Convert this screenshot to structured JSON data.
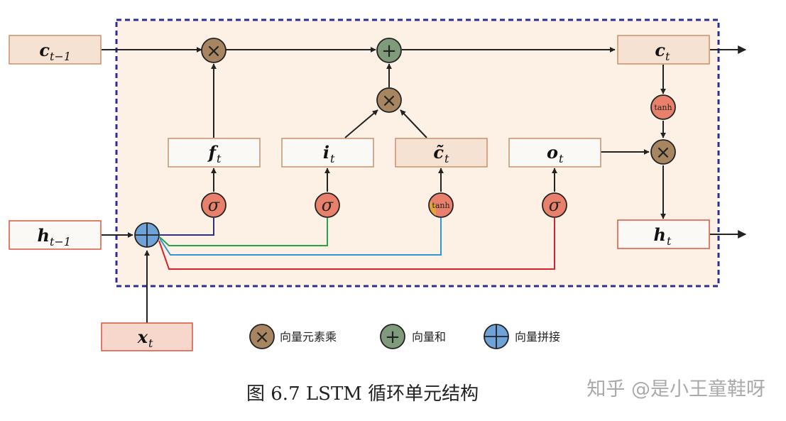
{
  "boxes": {
    "c_prev": {
      "main": "c",
      "sub": "t−1"
    },
    "c_t": {
      "main": "c",
      "sub": "t"
    },
    "f_t": {
      "main": "f",
      "sub": "t"
    },
    "i_t": {
      "main": "i",
      "sub": "t"
    },
    "c_tilde": {
      "main": "c̃",
      "sub": "t"
    },
    "o_t": {
      "main": "o",
      "sub": "t"
    },
    "h_prev": {
      "main": "h",
      "sub": "t−1"
    },
    "h_t": {
      "main": "h",
      "sub": "t"
    },
    "x_t": {
      "main": "x",
      "sub": "t"
    }
  },
  "ops": {
    "multiply": "×",
    "add": "+",
    "sigma": "σ",
    "tanh": "tanh"
  },
  "legend": {
    "multiply": "向量元素乘",
    "add": "向量和",
    "concat": "向量拼接"
  },
  "caption": "图 6.7 LSTM 循环单元结构",
  "watermark": "知乎 @是小王童鞋呀",
  "colors": {
    "cell_bg": "#fdf1e6",
    "border_blue": "#2b2f8f",
    "box_border": "#c8916b",
    "box_fill": "#fbf9f6",
    "box_fill_tinted": "#f6e2d3",
    "multiply_node": "#a78561",
    "add_node": "#7f9b7c",
    "concat_node": "#6fa3d8",
    "gate_node": "#e8806c",
    "line_f": "#2e2f8c",
    "line_i": "#2aa24a",
    "line_c": "#2d98d5",
    "line_o": "#d9212c"
  }
}
